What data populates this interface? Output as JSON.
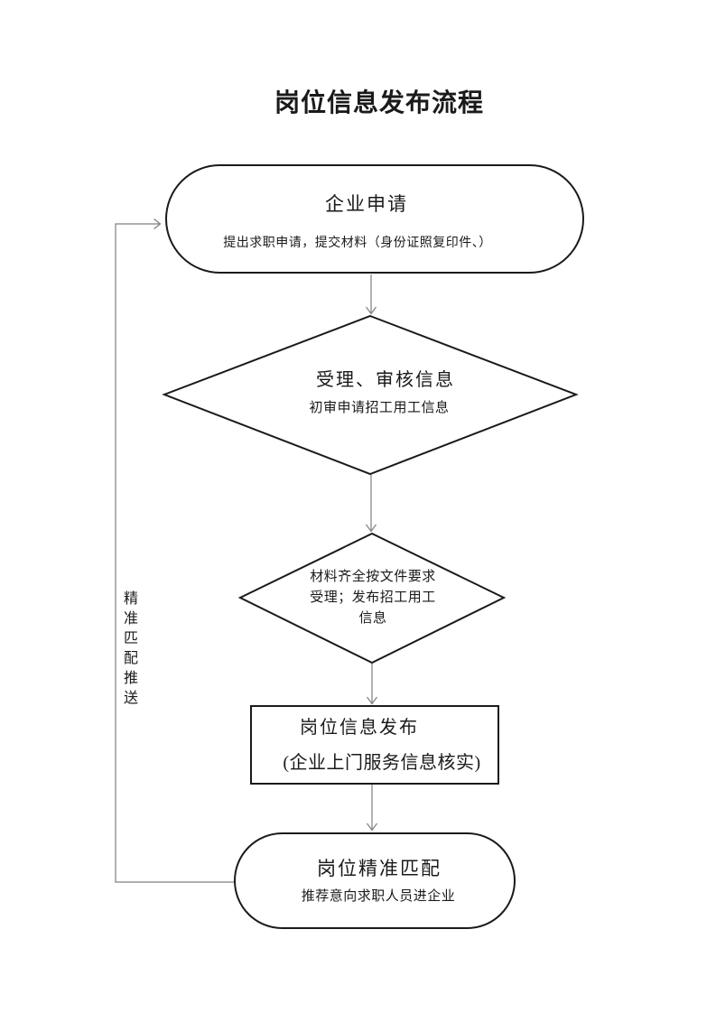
{
  "title": "岗位信息发布流程",
  "nodes": {
    "enterprise_apply": {
      "title": "企业申请",
      "subtitle": "提出求职申请，提交材料（身份证照复印件、）"
    },
    "accept_review": {
      "title": "受理、审核信息",
      "subtitle": "初审申请招工用工信息"
    },
    "materials_check": {
      "text": "材料齐全按文件要求\n受理；发布招工用工\n信息"
    },
    "publish": {
      "line1": "岗位信息发布",
      "line2": "(企业上门服务信息核实)"
    },
    "precise_match": {
      "title": "岗位精准匹配",
      "subtitle": "推荐意向求职人员进企业"
    }
  },
  "feedback": {
    "label": "精准匹配推送"
  },
  "colors": {
    "background": "#ffffff",
    "shape_border": "#1a1a1a",
    "connector": "#7f7f7f",
    "text": "#1a1a1a"
  }
}
